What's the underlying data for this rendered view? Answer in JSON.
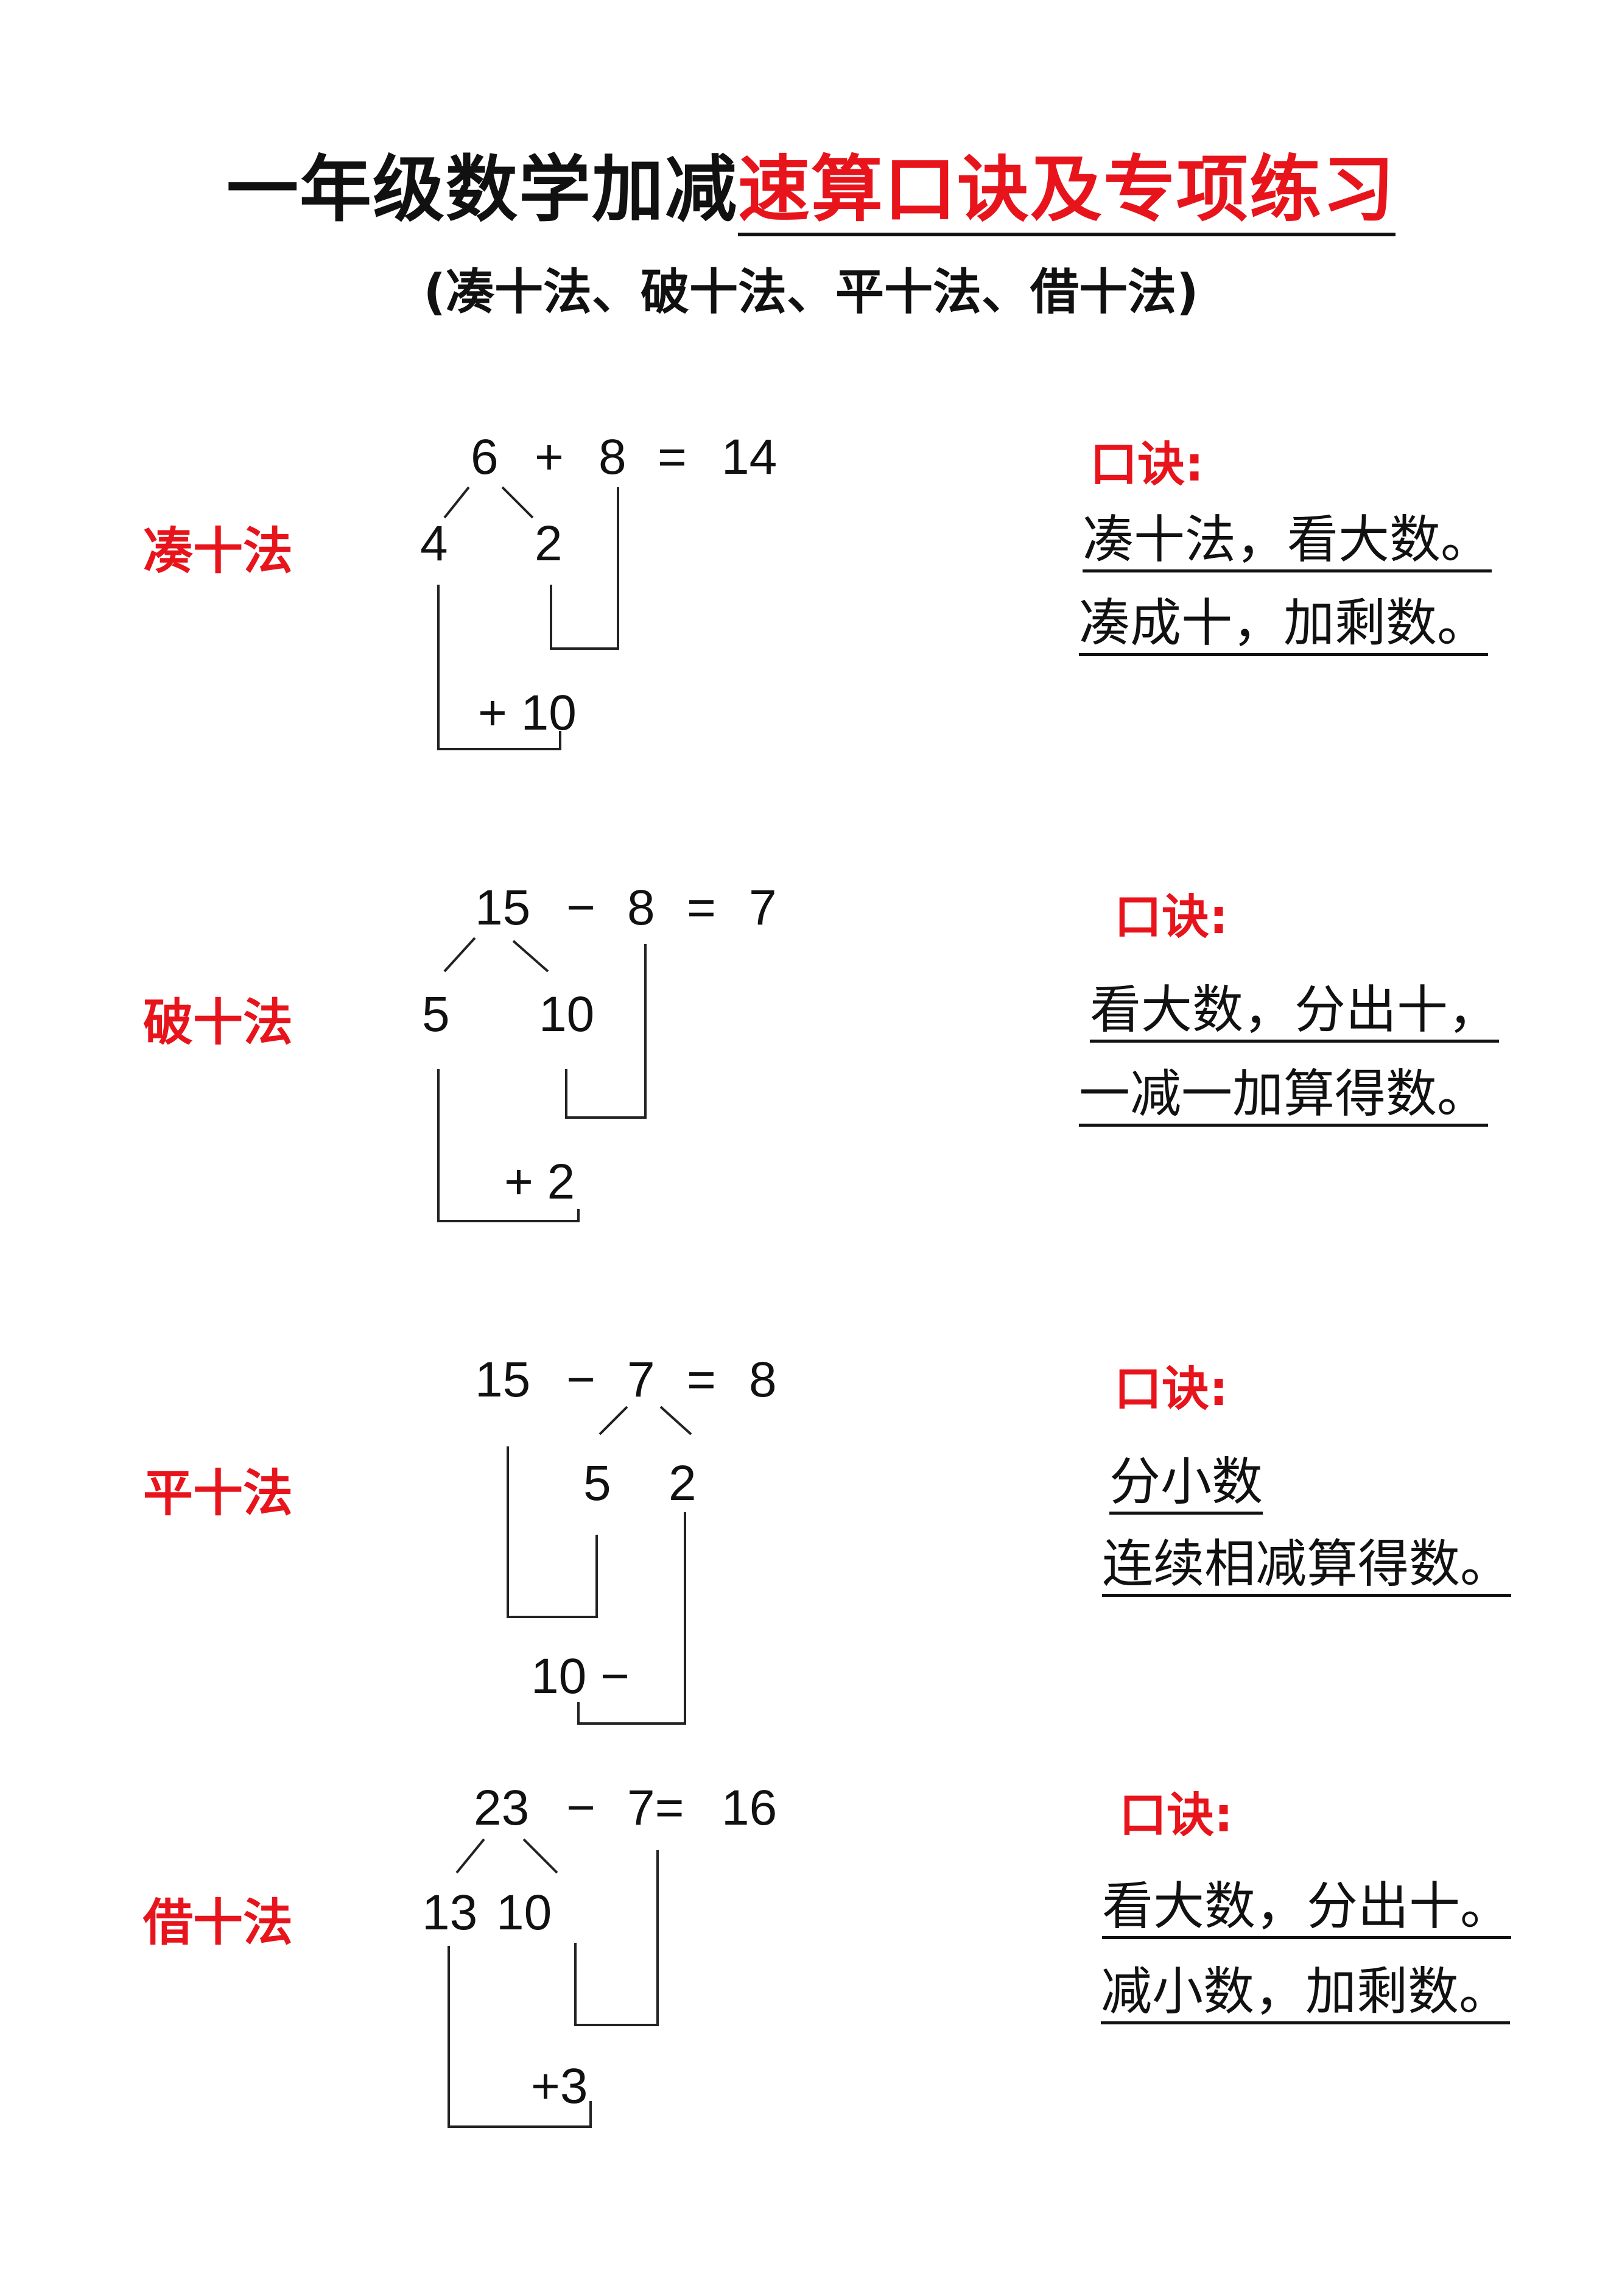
{
  "title": {
    "black_part": "一年级数学加减",
    "red_part": "速算口诀及专项练习"
  },
  "subtitle": "(凑十法、破十法、平十法、借十法)",
  "colors": {
    "accent_red": "#e8141c",
    "text": "#111111"
  },
  "sections": [
    {
      "method": "凑十法",
      "equation": {
        "a": "6",
        "op": "+",
        "b": "8",
        "eq": "=",
        "result": "14"
      },
      "split": [
        "4",
        "2"
      ],
      "step": "+ 10",
      "mnemonic_label": "口诀:",
      "mnemonic": [
        "凑十法，看大数。",
        "凑成十，加剩数。"
      ]
    },
    {
      "method": "破十法",
      "equation": {
        "a": "15",
        "op": "−",
        "b": "8",
        "eq": "=",
        "result": "7"
      },
      "split": [
        "5",
        "10"
      ],
      "step": "+ 2",
      "mnemonic_label": "口诀:",
      "mnemonic": [
        "看大数，分出十，",
        "一减一加算得数。"
      ]
    },
    {
      "method": "平十法",
      "equation": {
        "a": "15",
        "op": "−",
        "b": "7",
        "eq": "=",
        "result": "8"
      },
      "split": [
        "5",
        "2"
      ],
      "step": "10 −",
      "mnemonic_label": "口诀:",
      "mnemonic": [
        "分小数 ",
        "连续相减算得数。"
      ]
    },
    {
      "method": "借十法",
      "equation": {
        "a": "23",
        "op": "−",
        "b": "7=",
        "eq": "",
        "result": "16"
      },
      "split": [
        "13",
        "10"
      ],
      "step": "+3",
      "mnemonic_label": "口诀:",
      "mnemonic": [
        "看大数，分出十。",
        "减小数，加剩数。"
      ]
    }
  ]
}
